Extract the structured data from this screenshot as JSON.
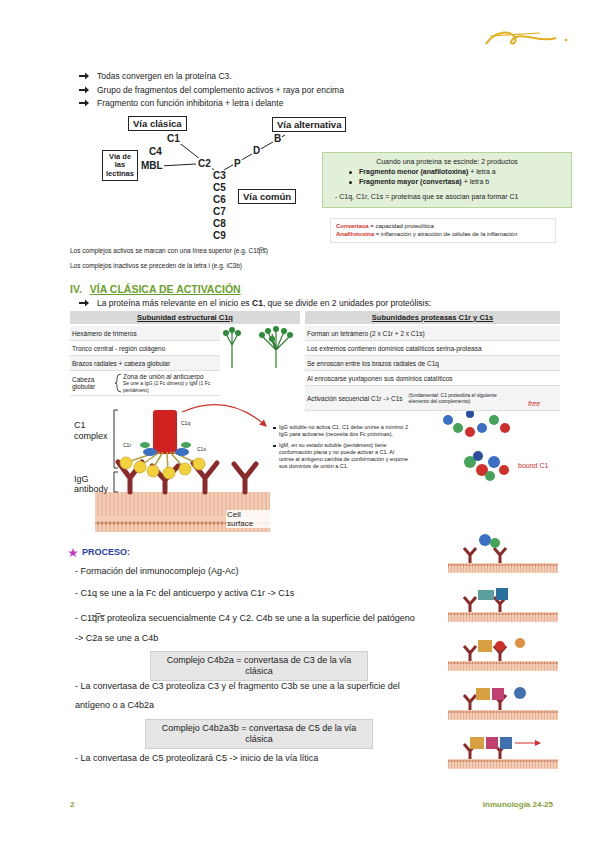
{
  "diagram": {
    "nodes": [
      {
        "text": [
          "Vía clásica"
        ]
      },
      {
        "text": [
          "Vía alternativa"
        ]
      },
      {
        "text": [
          "Vía de las lectinas"
        ]
      },
      {
        "text": [
          "Cuando una proteína se escinde: 2 productos",
          "Fragmento menor (anafilotoxina)",
          "+ letra a",
          "Fragmento mayor (convertasa)",
          "+ letra b",
          "- C1q, C1r, C1s = proteínas que se asocian para formar C1"
        ]
      },
      {
        "text": [
          "Vía común"
        ]
      },
      {
        "text": [
          "Convertasa",
          "= capacidad proteolítica",
          "Anafilotoxina",
          "= inflamación y atracción de células de la inflamación"
        ]
      },
      {
        "text": [
          "Subunidad estructural C1q"
        ]
      },
      {
        "text": [
          "Subunidades proteasas C1r y C1s"
        ]
      },
      {
        "text": [
          "Complejo C4b2a = convertasa de C3 de la vía clásica"
        ]
      },
      {
        "text": [
          "Complejo C4b2a3b = convertasa de C5 de la vía clásica"
        ]
      }
    ],
    "labels": [
      "Todas convergen en la proteína C3.",
      "Grupo de fragmentos del complemento activos + raya por encima",
      "Fragmento con función inhibitoria + letra i delante",
      "C1",
      "C4",
      "MBL",
      "C2",
      "P",
      "B",
      "D",
      "C3",
      "C5",
      "C6",
      "C7",
      "C8",
      "C9",
      "Los complejos activos se marcan con una línea superior (e.g. C1q̅r̅s̅)",
      "Los complejos inactivos se preceden de la letra i (e.g. iC3b)",
      "IV.",
      "VÍA CLÁSICA DE ACTIVACIÓN",
      "La proteína más relevante en el inicio es",
      "C1",
      ", que se divide en 2 unidades por proteólisis:",
      "Hexámero de trímeros",
      "Tronco central - región colágeno",
      "Brazos radiales + cabeza globular",
      "Cabeza globular",
      "Zona de unión al anticuerpo",
      "Se une a IgG (2 Fc dímero) y IgM (1 Fc pentámero)",
      "Forman un tetrámero (2 x C1r + 2 x C1s)",
      "Los extremos contienen dominios catalíticos serina-proteasa",
      "Se enroscan entre los brazos radiales de C1q",
      "Al enroscarse yuxtaponen sus dominios catalíticos",
      "Activación secuencial C1r -> C1s",
      "(fundamental: C1 proteoliza el siguiente elemento del complemento)",
      "C1 complex",
      "IgG antibody",
      "Cell surface",
      "C1q",
      "C1r",
      "C1s",
      "IgG soluble no activa C1. C1 debe unirse a mínimo 2 IgG para activarse (necesita dos Fc próximas).",
      "IgM, en su estado soluble (pentámero) tiene conformación plana y no puede activar a C1. Al unirse al antígeno cambia de conformación y expone sus dominios de unión a C1.",
      "free",
      "bound C1",
      "PROCESO:",
      "- Formación del inmunocomplejo (Ag-Ac)",
      "- C1q se une a la Fc del anticuerpo y activa C1r -> C1s",
      "- C1q̅r̅s̅ proteoliza secuencialmente C4 y C2. C4b se une a la superficie del patógeno -> C2a se une a C4b",
      "- La convertasa de C3 proteoliza C3 y el fragmento C3b se une a la superficie del antígeno o a C4b2a",
      "- La convertasa de C5 proteolizará C5 -> inicio de la vía lítica",
      "2",
      "Inmunología 24-25"
    ]
  }
}
